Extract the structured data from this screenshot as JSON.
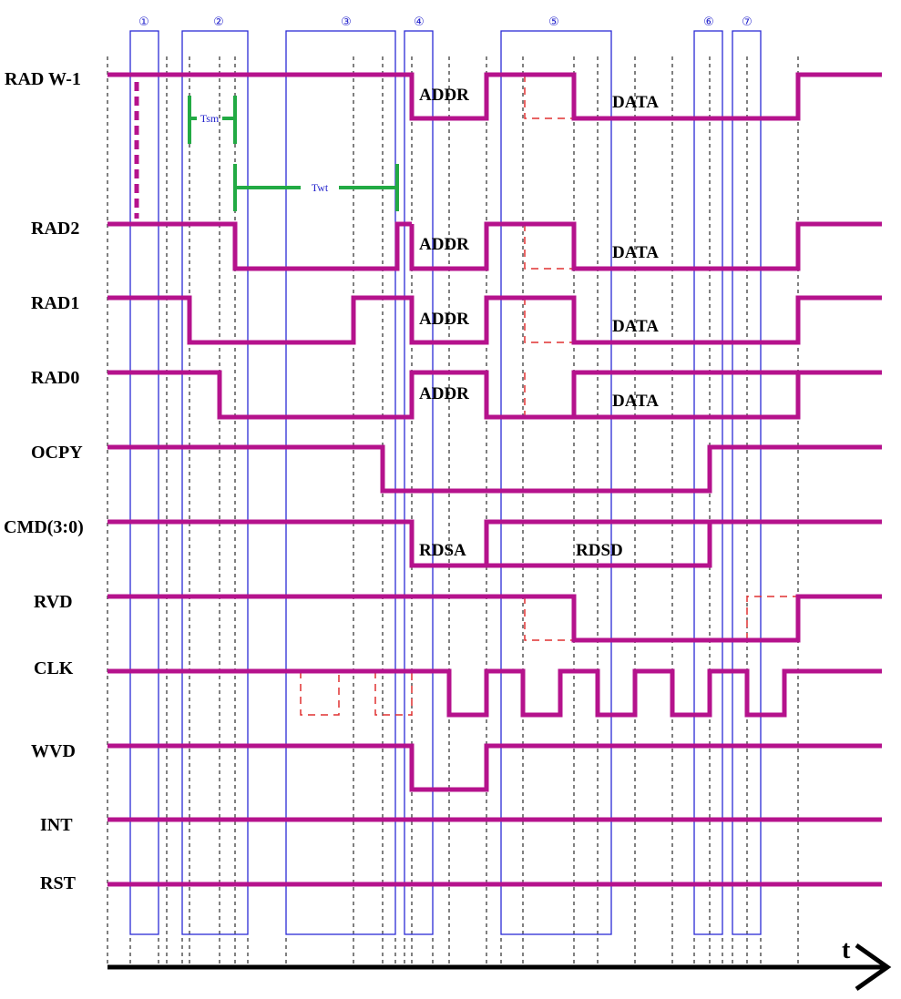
{
  "colors": {
    "signal": "#b5128c",
    "phase_box": "#2b2bd6",
    "timing_marker": "#22aa44",
    "dashed_alt": "#e03030",
    "grid": "#000000"
  },
  "signals": [
    {
      "label": "RAD W-1"
    },
    {
      "label": "RAD2"
    },
    {
      "label": "RAD1"
    },
    {
      "label": "RAD0"
    },
    {
      "label": "OCPY"
    },
    {
      "label": "CMD(3:0)"
    },
    {
      "label": "RVD"
    },
    {
      "label": "CLK"
    },
    {
      "label": "WVD"
    },
    {
      "label": "INT"
    },
    {
      "label": "RST"
    }
  ],
  "phases": [
    "①",
    "②",
    "③",
    "④",
    "⑤",
    "⑥",
    "⑦"
  ],
  "segment_labels": {
    "addr": "ADDR",
    "data": "DATA",
    "rdsa": "RDSA",
    "rdsd": "RDSD"
  },
  "timing": {
    "tsm": "Tsm",
    "twt": "Twt"
  },
  "axis": {
    "label": "t"
  }
}
